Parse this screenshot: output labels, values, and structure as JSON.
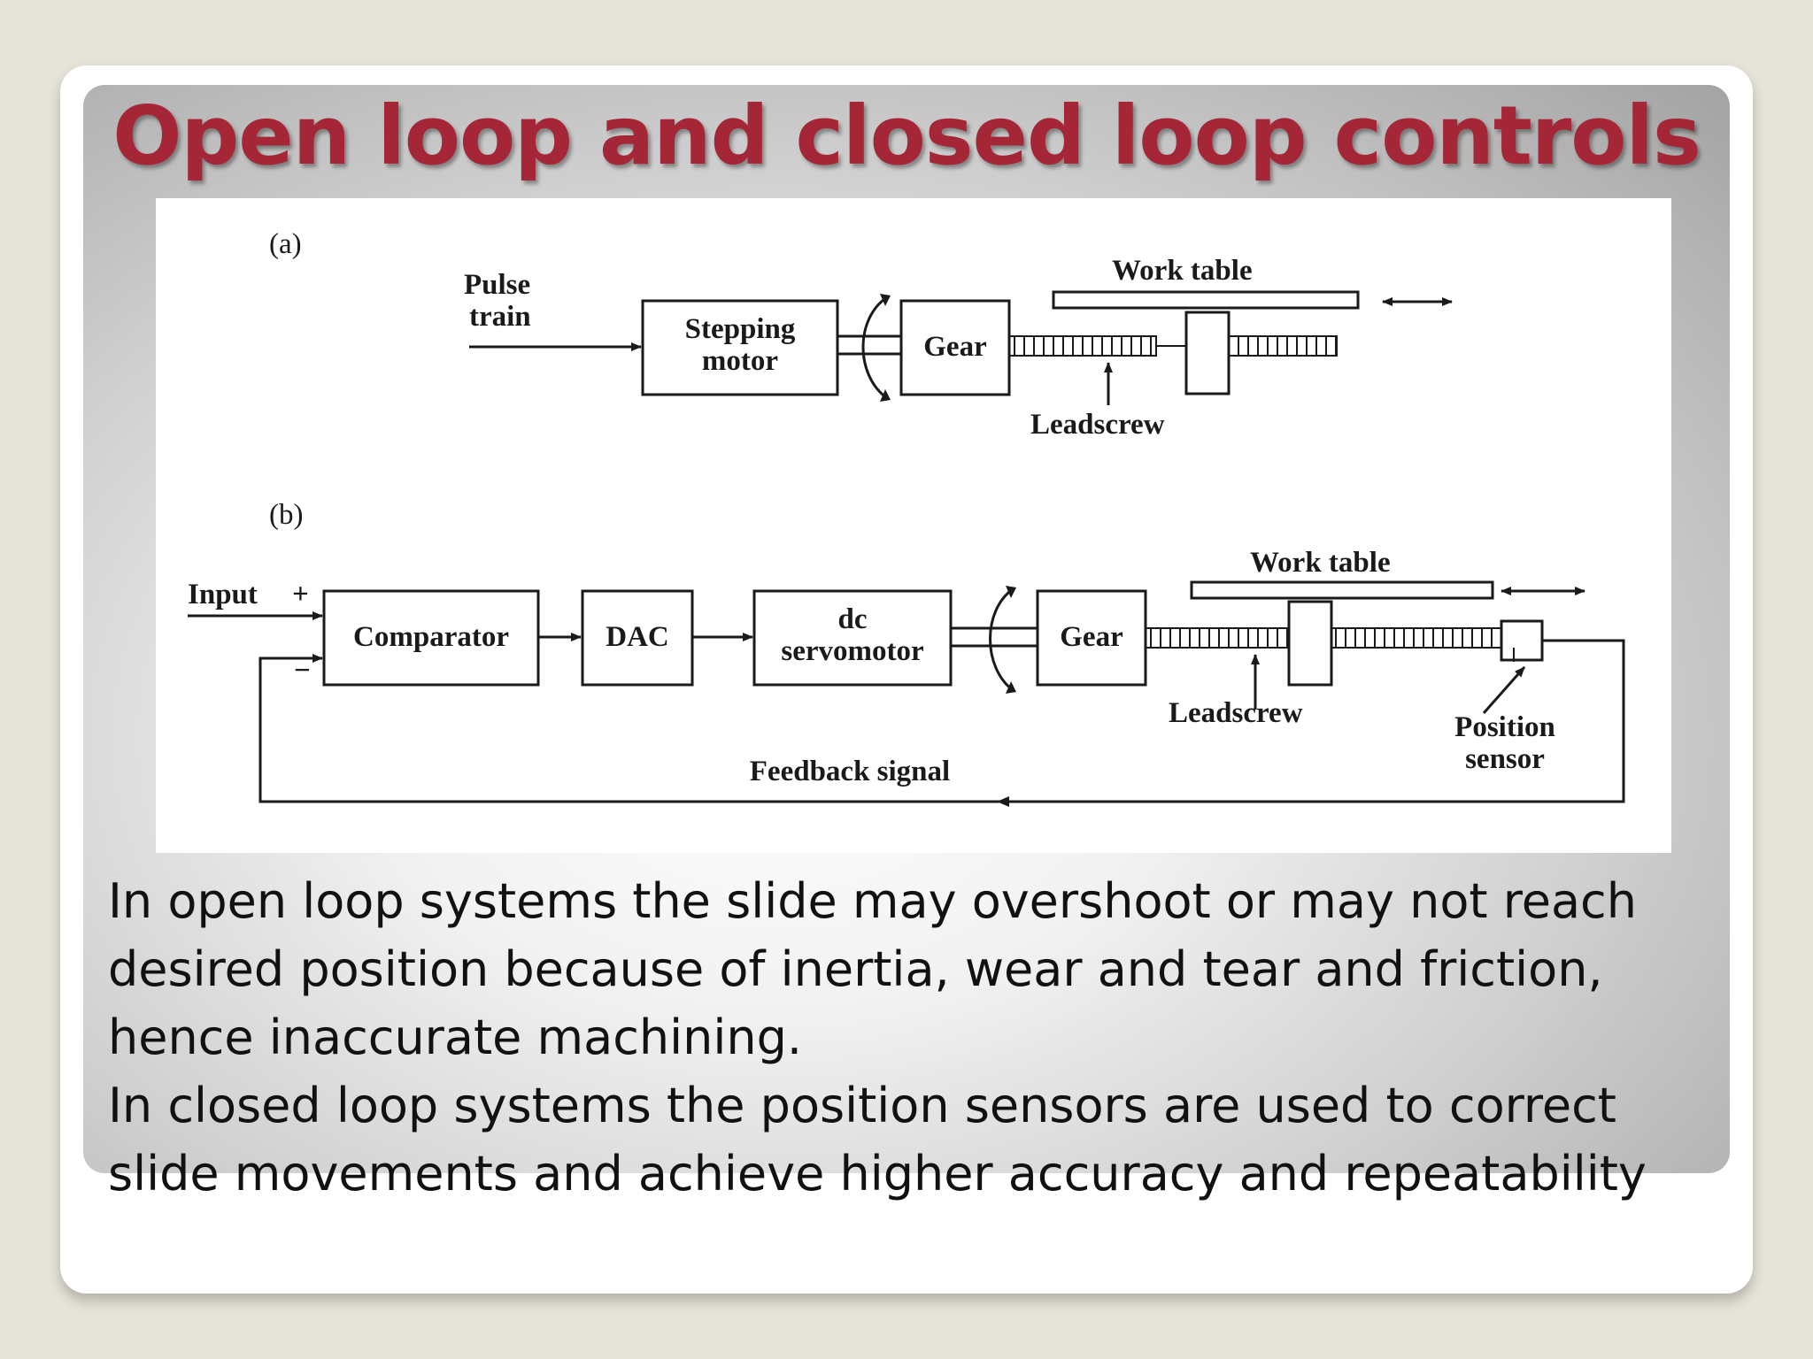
{
  "slide": {
    "title": "Open loop and closed loop controls",
    "paragraphs": [
      {
        "lines": [
          "In open loop systems the slide may overshoot or may not reach",
          "desired position because of inertia, wear and tear and friction,",
          "hence inaccurate machining."
        ]
      },
      {
        "lines": [
          "In closed loop systems the position sensors are used to correct",
          "slide movements and achieve higher accuracy and repeatability"
        ]
      }
    ]
  },
  "diagram": {
    "a": {
      "label": "(a)",
      "pulse_train": [
        "Pulse",
        "train"
      ],
      "stepping_motor": [
        "Stepping",
        "motor"
      ],
      "gear": "Gear",
      "work_table": "Work table",
      "leadscrew": "Leadscrew"
    },
    "b": {
      "label": "(b)",
      "input": "Input",
      "plus": "+",
      "minus": "−",
      "comparator": "Comparator",
      "dac": "DAC",
      "servomotor": [
        "dc",
        "servomotor"
      ],
      "gear": "Gear",
      "work_table": "Work table",
      "leadscrew": "Leadscrew",
      "position_sensor": [
        "Position",
        "sensor"
      ],
      "feedback": "Feedback signal"
    }
  },
  "colors": {
    "title": "#a52737",
    "background": "#e6e3d8",
    "diagram_ink": "#1a1a1a"
  }
}
